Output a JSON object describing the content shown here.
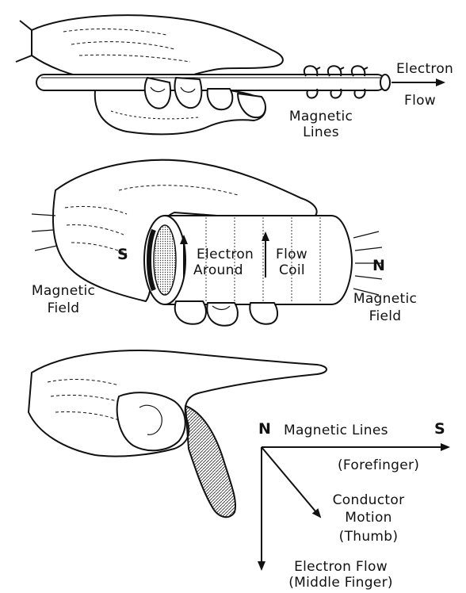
{
  "panel1": {
    "electron_flow": [
      "Electron",
      "Flow"
    ],
    "magnetic_lines": [
      "Magnetic",
      "Lines"
    ]
  },
  "panel2": {
    "south_pole": "S",
    "north_pole": "N",
    "coil_text": [
      "Electron",
      "Flow",
      "Around",
      "Coil"
    ],
    "magnetic_field_left": [
      "Magnetic",
      "Field"
    ],
    "magnetic_field_right": [
      "Magnetic",
      "Field"
    ]
  },
  "panel3": {
    "north": "N",
    "magnetic_lines": "Magnetic Lines",
    "south": "S",
    "forefinger": "(Forefinger)",
    "conductor_motion": [
      "Conductor",
      "Motion",
      "(Thumb)"
    ],
    "electron_flow": [
      "Electron Flow",
      "(Middle Finger)"
    ]
  }
}
